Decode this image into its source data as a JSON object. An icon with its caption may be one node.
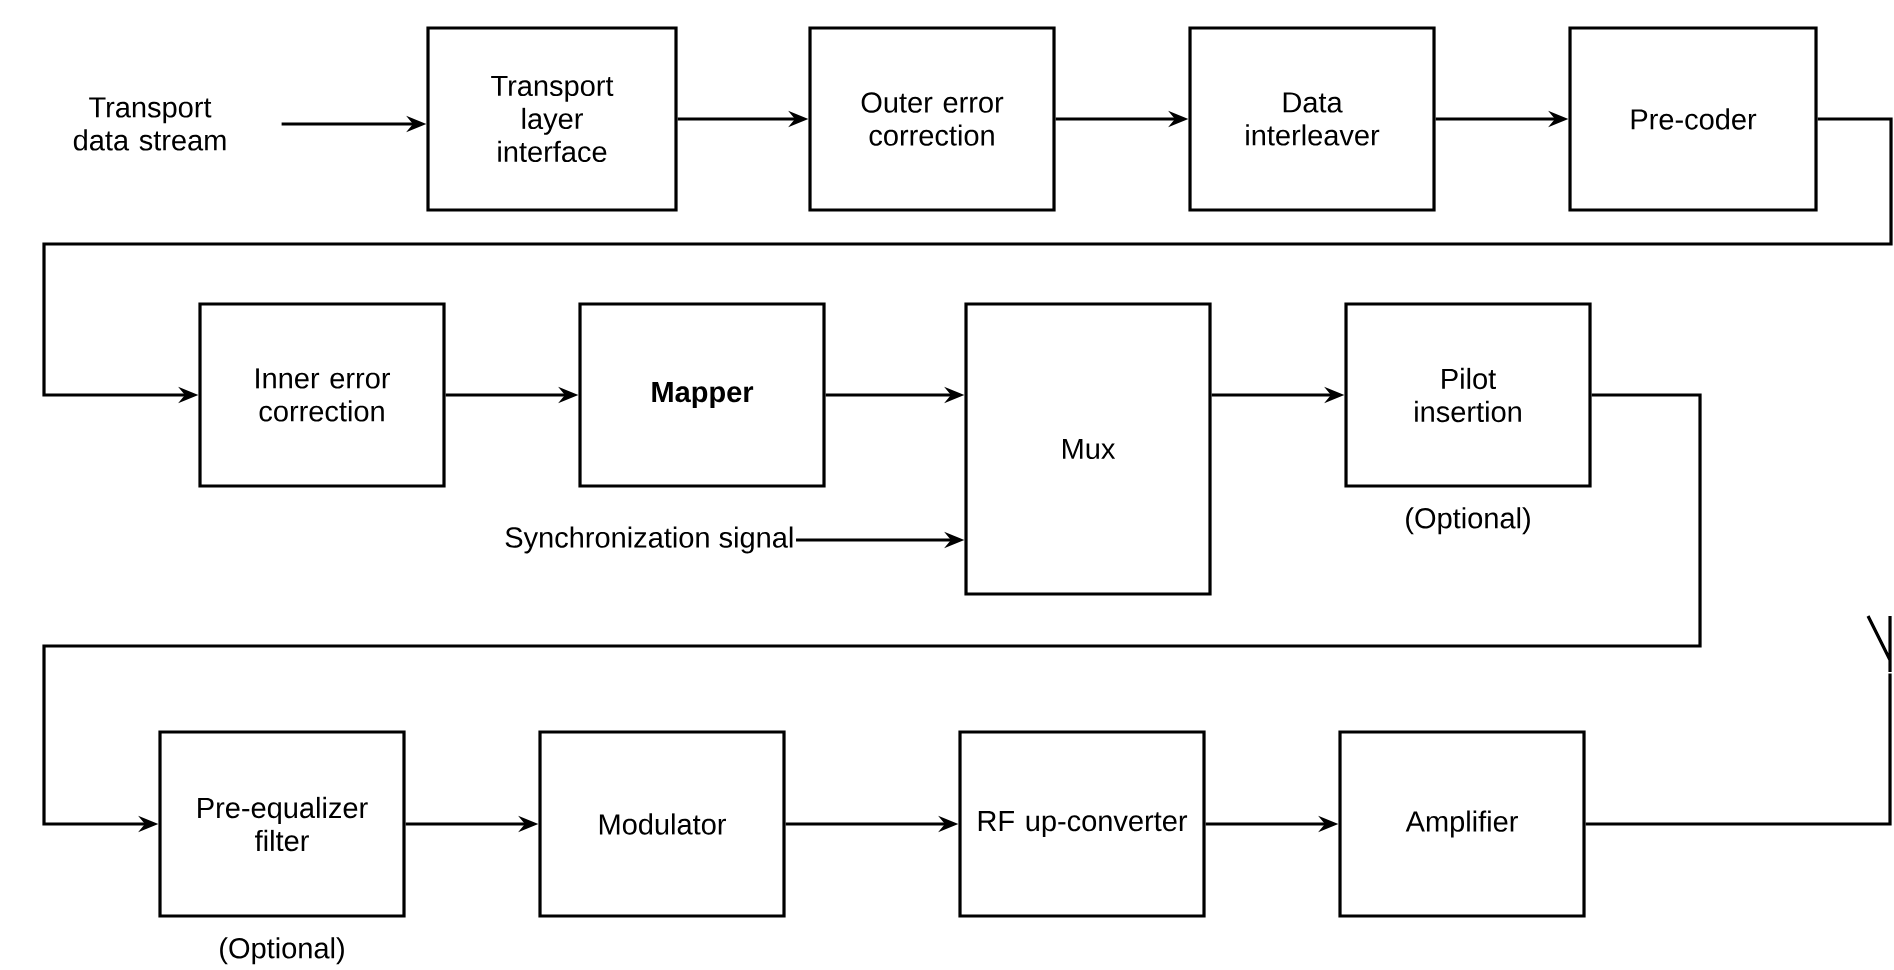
{
  "diagram": {
    "nodes": [
      {
        "text": [
          "Transport data stream"
        ]
      },
      {
        "text": [
          "Transport layer interface"
        ]
      },
      {
        "text": [
          "Outer error correction"
        ]
      },
      {
        "text": [
          "Data interleaver"
        ]
      },
      {
        "text": [
          "Pre-coder"
        ]
      },
      {
        "text": [
          "Inner error correction"
        ]
      },
      {
        "text": [
          "Mapper"
        ]
      },
      {
        "text": [
          "Mux"
        ]
      },
      {
        "text": [
          "Synchronization signal"
        ]
      },
      {
        "text": [
          "Pilot insertion"
        ],
        "beside": [
          "(Optional)"
        ]
      },
      {
        "text": [
          "Pre-equalizer filter"
        ],
        "beside": [
          "(Optional)"
        ]
      },
      {
        "text": [
          "Modulator"
        ]
      },
      {
        "text": [
          "RF up-converter"
        ]
      },
      {
        "text": [
          "Amplifier"
        ]
      },
      {
        "text": [],
        "shape": "antenna"
      }
    ],
    "edges": [
      {
        "from": 0,
        "to": 1,
        "arrow": "to"
      },
      {
        "from": 1,
        "to": 2,
        "arrow": "to"
      },
      {
        "from": 2,
        "to": 3,
        "arrow": "to"
      },
      {
        "from": 3,
        "to": 4,
        "arrow": "to"
      },
      {
        "from": 4,
        "to": 5,
        "arrow": "to"
      },
      {
        "from": 5,
        "to": 6,
        "arrow": "to"
      },
      {
        "from": 6,
        "to": 7,
        "arrow": "to"
      },
      {
        "from": 8,
        "to": 7,
        "arrow": "to"
      },
      {
        "from": 7,
        "to": 9,
        "arrow": "to"
      },
      {
        "from": 9,
        "to": 10,
        "arrow": "to"
      },
      {
        "from": 10,
        "to": 11,
        "arrow": "to"
      },
      {
        "from": 11,
        "to": 12,
        "arrow": "to"
      },
      {
        "from": 12,
        "to": 13,
        "arrow": "to"
      },
      {
        "from": 13,
        "to": 14,
        "arrow": "none"
      }
    ]
  }
}
